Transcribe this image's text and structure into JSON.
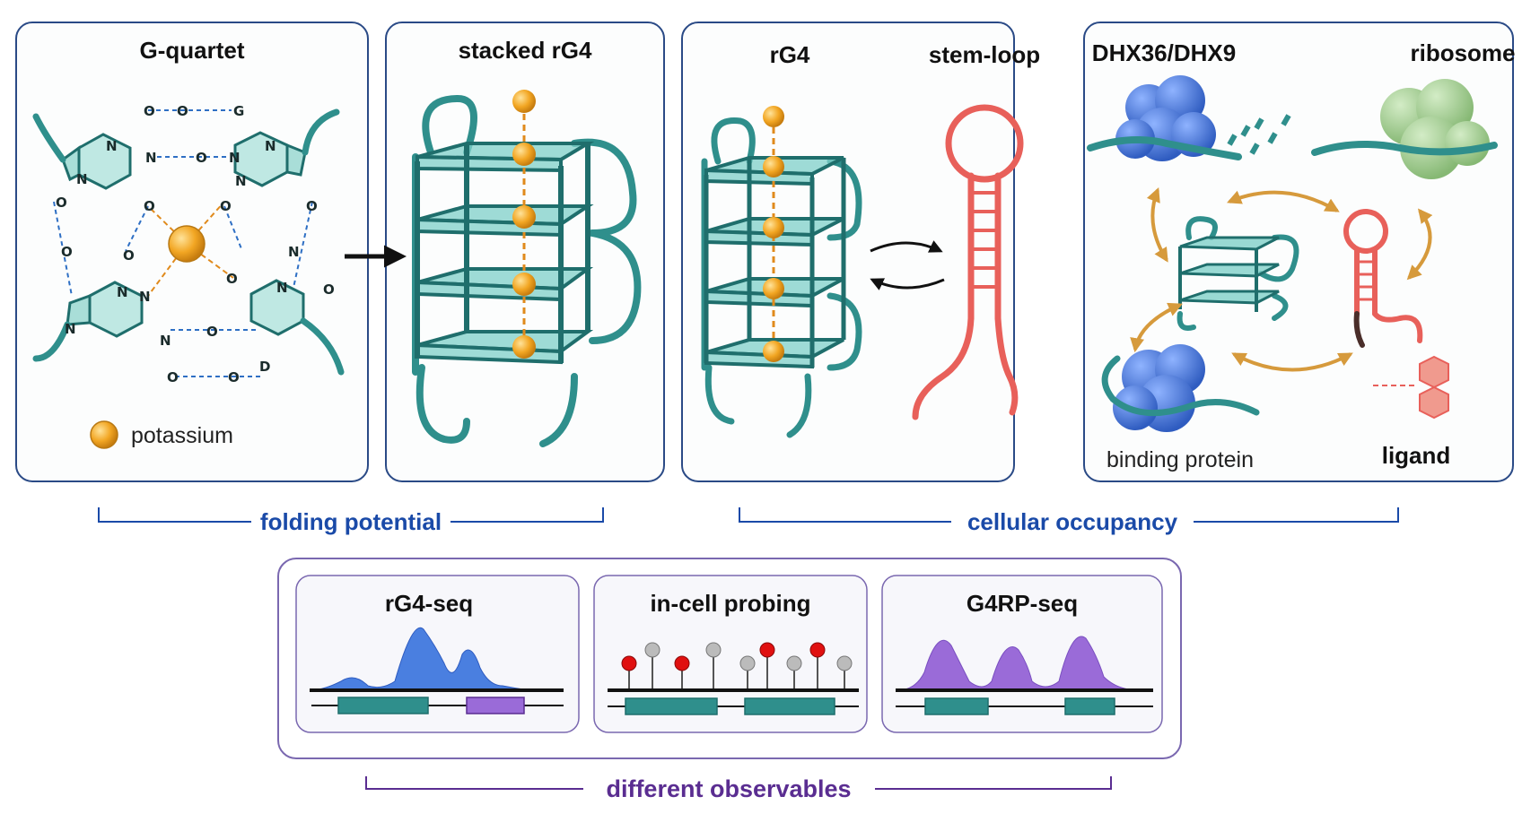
{
  "panels": {
    "g_quartet": {
      "title": "G-quartet",
      "legend_label": "potassium"
    },
    "stacked": {
      "title": "stacked rG4"
    },
    "equilibrium": {
      "left_title": "rG4",
      "right_title": "stem-loop"
    },
    "occupancy": {
      "top_left": "DHX36/DHX9",
      "top_right": "ribosome",
      "bottom_left": "binding protein",
      "bottom_right": "ligand"
    }
  },
  "groups": {
    "folding": "folding potential",
    "cellular": "cellular occupancy",
    "observables": "different observables"
  },
  "methods": [
    {
      "title": "rG4-seq"
    },
    {
      "title": "in-cell probing"
    },
    {
      "title": "G4RP-seq"
    }
  ],
  "atoms": [
    "O",
    "O",
    "G",
    "N",
    "N",
    "O",
    "N",
    "N",
    "N",
    "N",
    "O",
    "O",
    "O",
    "O",
    "O",
    "N",
    "N",
    "O",
    "N",
    "N",
    "N",
    "O",
    "O",
    "N",
    "O",
    "O",
    "D",
    "O"
  ],
  "colors": {
    "teal": "#2f8f8c",
    "teal_dark": "#1f6e6c",
    "teal_fill": "#8fd3cf",
    "potassium": "#f2a623",
    "stemloop": "#e8605a",
    "helicase": "#3f6fd0",
    "ribosome": "#9cc88d",
    "arrow_gold": "#d69a3c",
    "frame_blue": "#1a4aa8",
    "frame_purple": "#6a4fa0",
    "peak_blue": "#4a7fe0",
    "peak_purple": "#9a6bd8",
    "probe_red": "#e01010"
  }
}
